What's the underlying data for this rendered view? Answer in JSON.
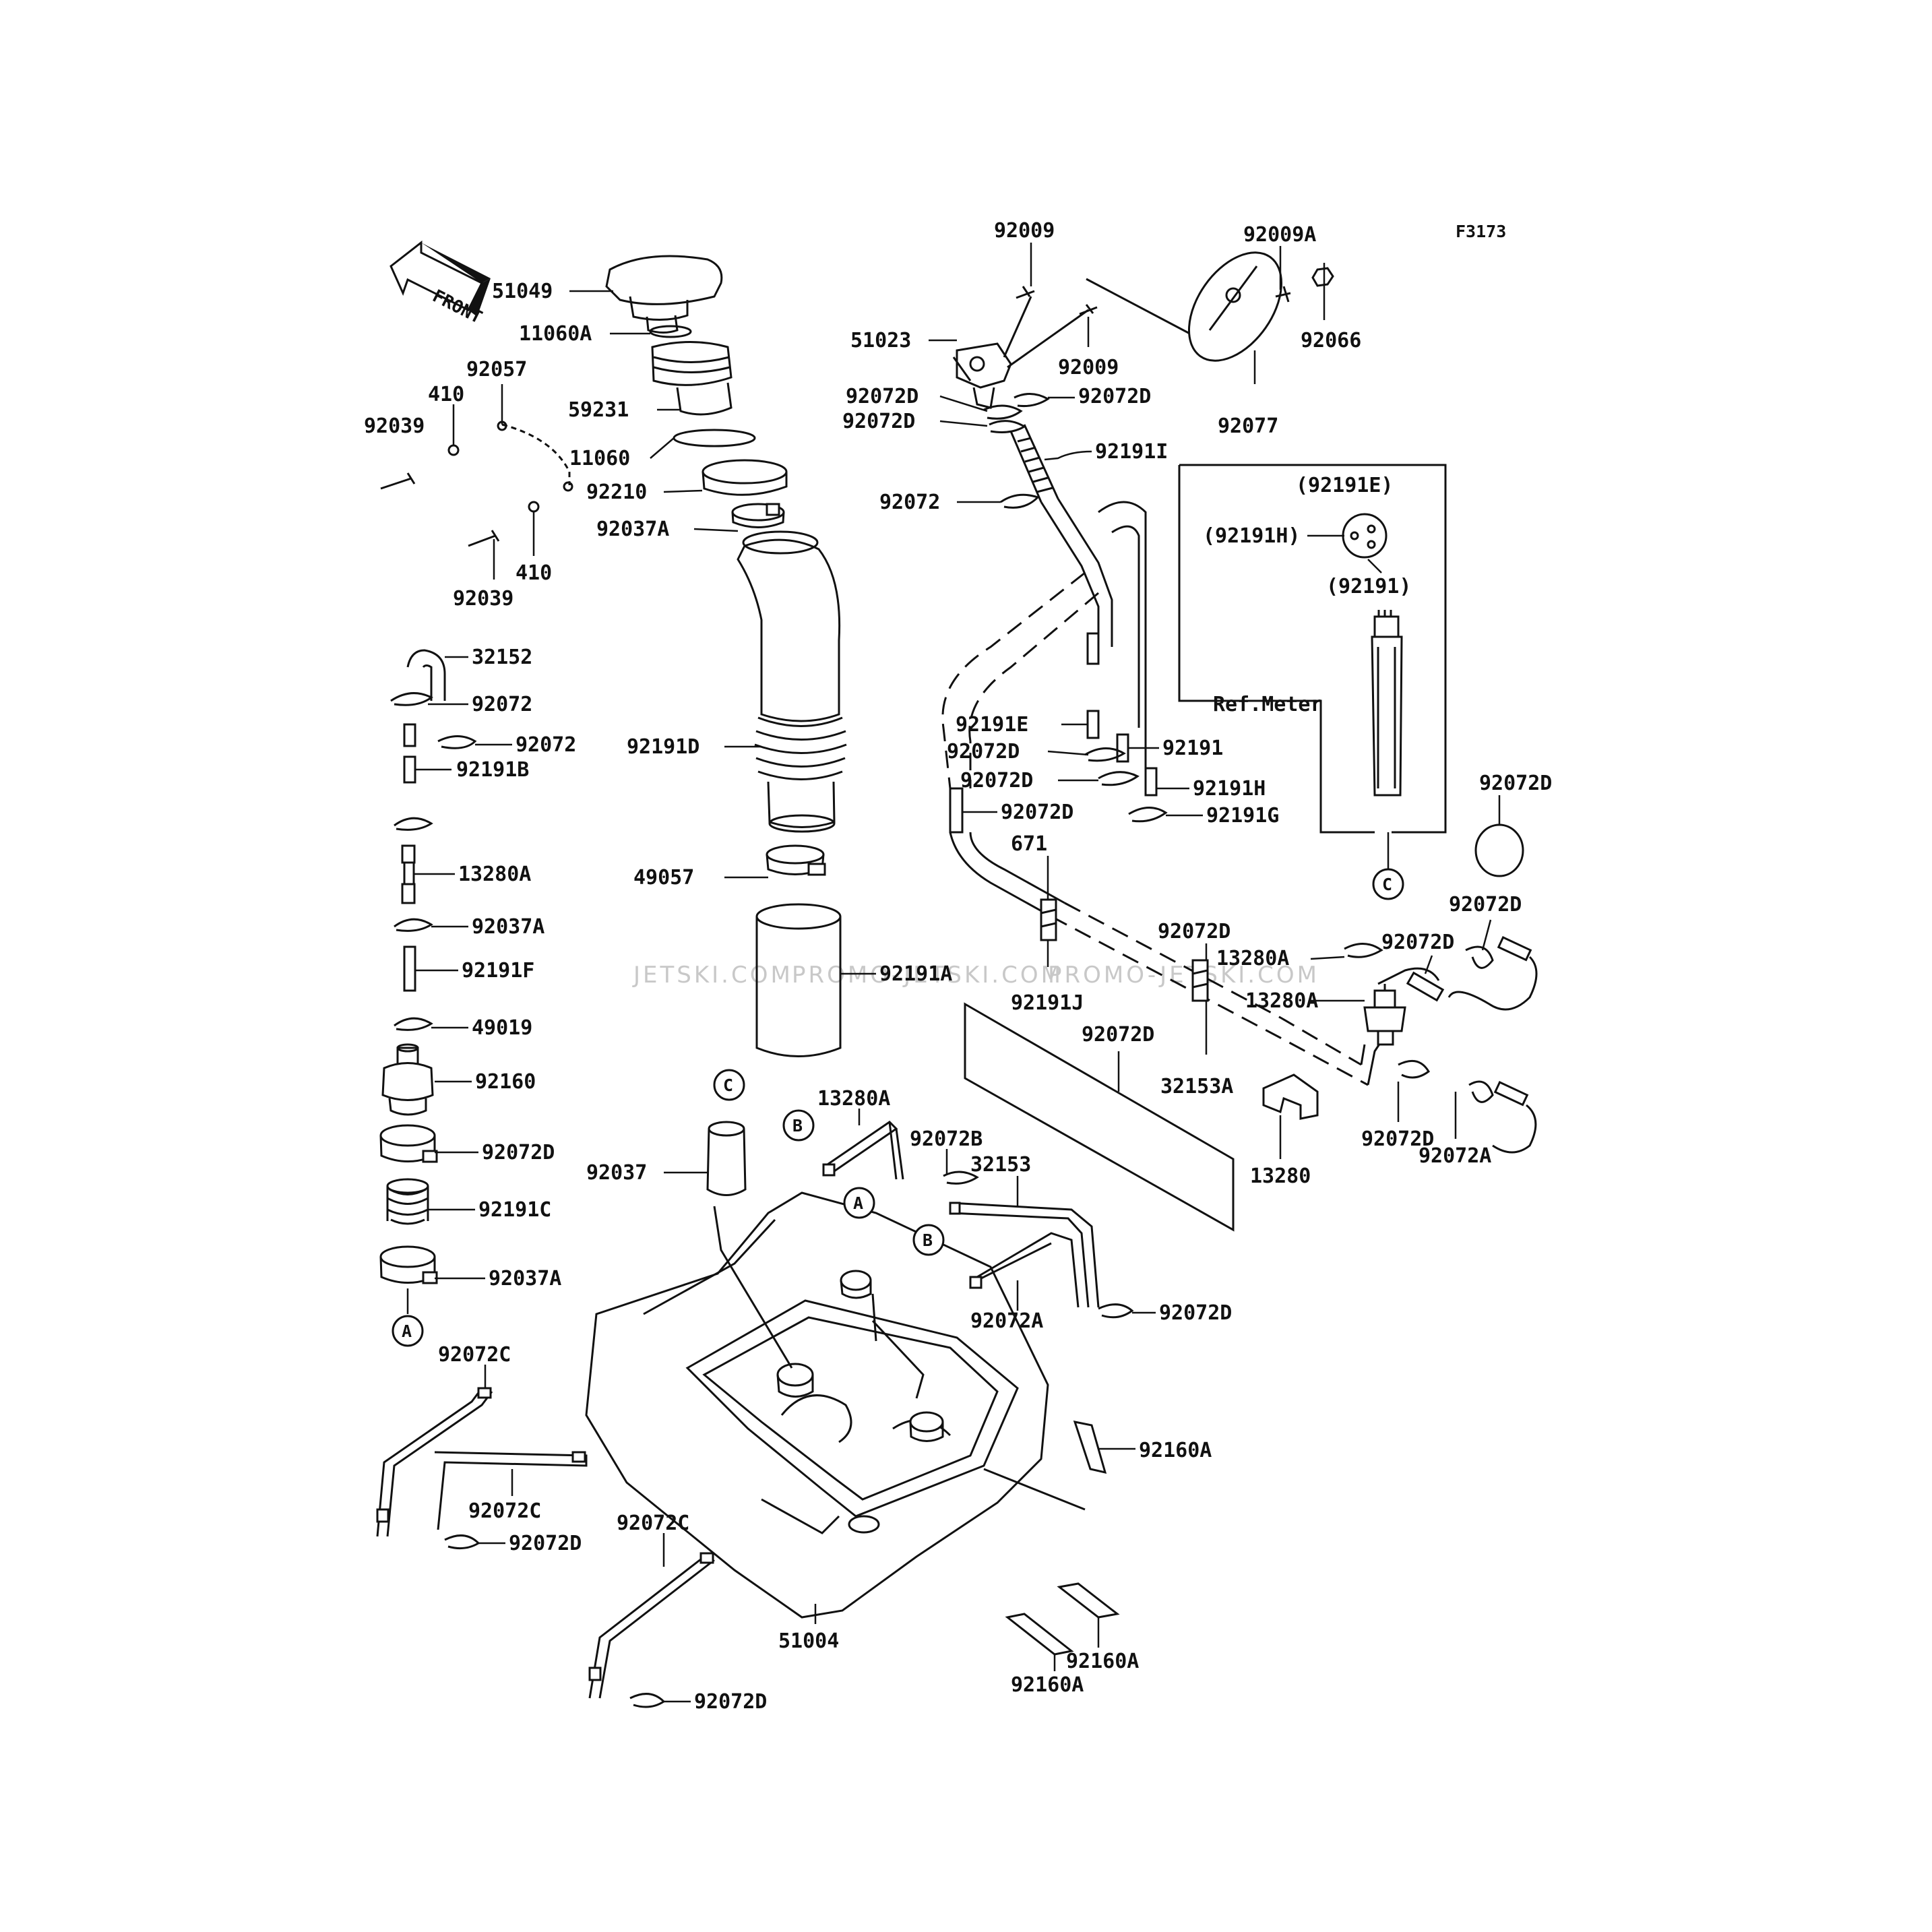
{
  "figure_code": "F3173",
  "front_arrow_text": "FRONT",
  "ref_box_label": "Ref.Meter",
  "watermarks": [
    "JETSKI.COM",
    "PROMO-JETSKI.COM",
    "PROMO-JETSKI.COM"
  ],
  "callouts": [
    "A",
    "B",
    "C"
  ],
  "labels": [
    {
      "id": "l01",
      "text": "92009"
    },
    {
      "id": "l02",
      "text": "92009A"
    },
    {
      "id": "l03",
      "text": "92066"
    },
    {
      "id": "l04",
      "text": "51049"
    },
    {
      "id": "l05",
      "text": "11060A"
    },
    {
      "id": "l06",
      "text": "51023"
    },
    {
      "id": "l07",
      "text": "92009"
    },
    {
      "id": "l08",
      "text": "92077"
    },
    {
      "id": "l09",
      "text": "92057"
    },
    {
      "id": "l10",
      "text": "410"
    },
    {
      "id": "l11",
      "text": "92039"
    },
    {
      "id": "l12",
      "text": "59231"
    },
    {
      "id": "l13",
      "text": "92072D"
    },
    {
      "id": "l14",
      "text": "92072D"
    },
    {
      "id": "l15",
      "text": "92072D"
    },
    {
      "id": "l16",
      "text": "11060"
    },
    {
      "id": "l17",
      "text": "92210"
    },
    {
      "id": "l18",
      "text": "92191I"
    },
    {
      "id": "l19",
      "text": "(92191E)"
    },
    {
      "id": "l20",
      "text": "92072"
    },
    {
      "id": "l21",
      "text": "92037A"
    },
    {
      "id": "l22",
      "text": "410"
    },
    {
      "id": "l23",
      "text": "92039"
    },
    {
      "id": "l24",
      "text": "(92191H)"
    },
    {
      "id": "l25",
      "text": "(92191)"
    },
    {
      "id": "l26",
      "text": "32152"
    },
    {
      "id": "l27",
      "text": "92072"
    },
    {
      "id": "l28",
      "text": "92072"
    },
    {
      "id": "l29",
      "text": "92191B"
    },
    {
      "id": "l30",
      "text": "92191D"
    },
    {
      "id": "l31",
      "text": "92191E"
    },
    {
      "id": "l32",
      "text": "92072D"
    },
    {
      "id": "l33",
      "text": "92191"
    },
    {
      "id": "l34",
      "text": "92072D"
    },
    {
      "id": "l35",
      "text": "92191H"
    },
    {
      "id": "l36",
      "text": "92072D"
    },
    {
      "id": "l37",
      "text": "92191G"
    },
    {
      "id": "l38",
      "text": "92072D"
    },
    {
      "id": "l39",
      "text": "671"
    },
    {
      "id": "l40",
      "text": "13280A"
    },
    {
      "id": "l41",
      "text": "49057"
    },
    {
      "id": "l42",
      "text": "92037A"
    },
    {
      "id": "l43",
      "text": "92072D"
    },
    {
      "id": "l44",
      "text": "92072D"
    },
    {
      "id": "l45",
      "text": "13280A"
    },
    {
      "id": "l46",
      "text": "92072D"
    },
    {
      "id": "l47",
      "text": "92191F"
    },
    {
      "id": "l48",
      "text": "92191A"
    },
    {
      "id": "l49",
      "text": "92191J"
    },
    {
      "id": "l50",
      "text": "13280A"
    },
    {
      "id": "l51",
      "text": "49019"
    },
    {
      "id": "l52",
      "text": "92072D"
    },
    {
      "id": "l53",
      "text": "92160"
    },
    {
      "id": "l54",
      "text": "32153A"
    },
    {
      "id": "l55",
      "text": "13280A"
    },
    {
      "id": "l56",
      "text": "92072B"
    },
    {
      "id": "l57",
      "text": "92072D"
    },
    {
      "id": "l58",
      "text": "92072D"
    },
    {
      "id": "l59",
      "text": "92037"
    },
    {
      "id": "l60",
      "text": "32153"
    },
    {
      "id": "l61",
      "text": "92072A"
    },
    {
      "id": "l62",
      "text": "13280"
    },
    {
      "id": "l63",
      "text": "92191C"
    },
    {
      "id": "l64",
      "text": "92037A"
    },
    {
      "id": "l65",
      "text": "92072A"
    },
    {
      "id": "l66",
      "text": "92072D"
    },
    {
      "id": "l67",
      "text": "92072C"
    },
    {
      "id": "l68",
      "text": "92160A"
    },
    {
      "id": "l69",
      "text": "92072C"
    },
    {
      "id": "l70",
      "text": "92072C"
    },
    {
      "id": "l71",
      "text": "92072D"
    },
    {
      "id": "l72",
      "text": "51004"
    },
    {
      "id": "l73",
      "text": "92160A"
    },
    {
      "id": "l74",
      "text": "92160A"
    },
    {
      "id": "l75",
      "text": "92072D"
    }
  ]
}
